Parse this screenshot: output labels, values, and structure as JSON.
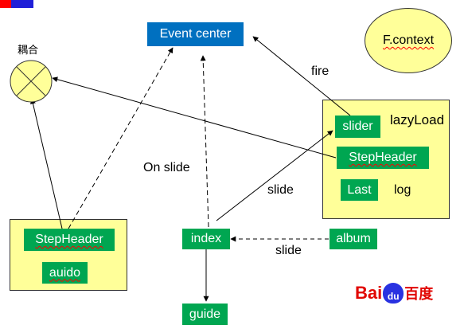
{
  "nodes": {
    "event_center": "Event center",
    "fcontext": "F.context",
    "coupling": "耦合",
    "slider": "slider",
    "lazyload": "lazyLoad",
    "stepheader_right": "StepHeader",
    "last": "Last",
    "log": "log",
    "stepheader_left": "StepHeader",
    "auido": "auido",
    "index": "index",
    "album": "album",
    "guide": "guide"
  },
  "edge_labels": {
    "fire": "fire",
    "on_slide": "On slide",
    "slide_up": "slide",
    "slide_album": "slide"
  },
  "logo": {
    "bai": "Bai",
    "du": "du",
    "cn": "百度"
  },
  "colors": {
    "green": "#00a651",
    "blue": "#0070c0",
    "panel": "#ffff99"
  }
}
